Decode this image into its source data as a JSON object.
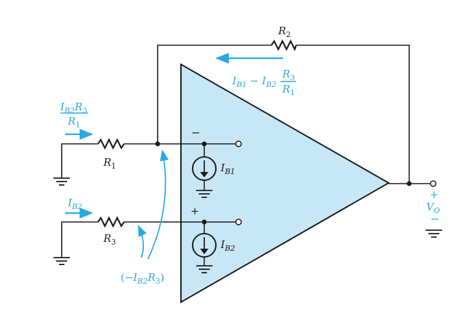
{
  "colors": {
    "wire": "#1a1a1a",
    "annotation": "#29a9e0",
    "opamp_fill": "#c7e7f6"
  },
  "labels": {
    "r1": {
      "main": "R",
      "sub": "1"
    },
    "r2": {
      "main": "R",
      "sub": "2"
    },
    "r3": {
      "main": "R",
      "sub": "3"
    },
    "minus_sign": "−",
    "plus_sign": "+",
    "ib1": {
      "main": "I",
      "sub": "B1"
    },
    "ib2": {
      "main": "I",
      "sub": "B2"
    },
    "vo": {
      "plus": "+",
      "main": "V",
      "sub": "O",
      "minus": "−"
    }
  },
  "annotations": {
    "feedback_current": {
      "i1": "I",
      "s1": "B1",
      "op": " − ",
      "i2": "I",
      "s2": "B2",
      "num": {
        "main": "R",
        "sub": "3"
      },
      "den": {
        "main": "R",
        "sub": "1"
      }
    },
    "input_current_top": {
      "num": {
        "i": "I",
        "is": "B2",
        "r": "R",
        "rs": "3"
      },
      "den": {
        "main": "R",
        "sub": "1"
      }
    },
    "input_current_bottom": {
      "main": "I",
      "sub": "B2"
    },
    "node_voltage": {
      "open": "(−",
      "i": "I",
      "is": "B2",
      "r": "R",
      "rs": "3",
      "close": ")"
    }
  }
}
